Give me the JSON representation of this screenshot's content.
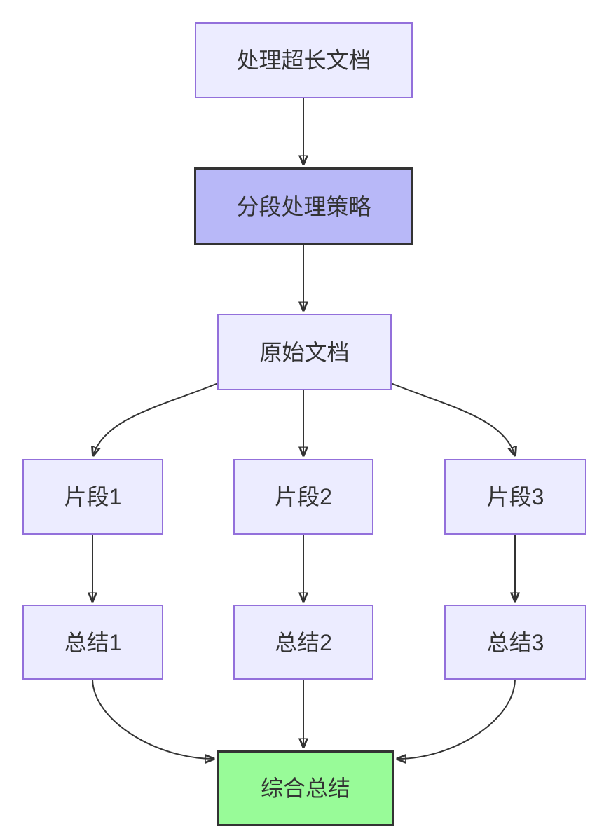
{
  "diagram": {
    "type": "flowchart-top-down",
    "nodes": {
      "task": {
        "label": "处理超长文档",
        "style": "default"
      },
      "strategy": {
        "label": "分段处理策略",
        "style": "emphasis"
      },
      "doc": {
        "label": "原始文档",
        "style": "default"
      },
      "chunk1": {
        "label": "片段1",
        "style": "default"
      },
      "chunk2": {
        "label": "片段2",
        "style": "default"
      },
      "chunk3": {
        "label": "片段3",
        "style": "default"
      },
      "summary1": {
        "label": "总结1",
        "style": "default"
      },
      "summary2": {
        "label": "总结2",
        "style": "default"
      },
      "summary3": {
        "label": "总结3",
        "style": "default"
      },
      "final": {
        "label": "综合总结",
        "style": "final"
      }
    },
    "edges": [
      {
        "from": "task",
        "to": "strategy"
      },
      {
        "from": "strategy",
        "to": "doc"
      },
      {
        "from": "doc",
        "to": "chunk1"
      },
      {
        "from": "doc",
        "to": "chunk2"
      },
      {
        "from": "doc",
        "to": "chunk3"
      },
      {
        "from": "chunk1",
        "to": "summary1"
      },
      {
        "from": "chunk2",
        "to": "summary2"
      },
      {
        "from": "chunk3",
        "to": "summary3"
      },
      {
        "from": "summary1",
        "to": "final"
      },
      {
        "from": "summary2",
        "to": "final"
      },
      {
        "from": "summary3",
        "to": "final"
      }
    ],
    "colors": {
      "background": "#FFFFFF",
      "node_fill": "#ECECFF",
      "node_border": "#9370DB",
      "emphasis_fill": "#B8B8F8",
      "emphasis_border": "#333333",
      "final_fill": "#98FB98",
      "final_border": "#333333",
      "edge_stroke": "#333333",
      "text": "#333333"
    }
  }
}
